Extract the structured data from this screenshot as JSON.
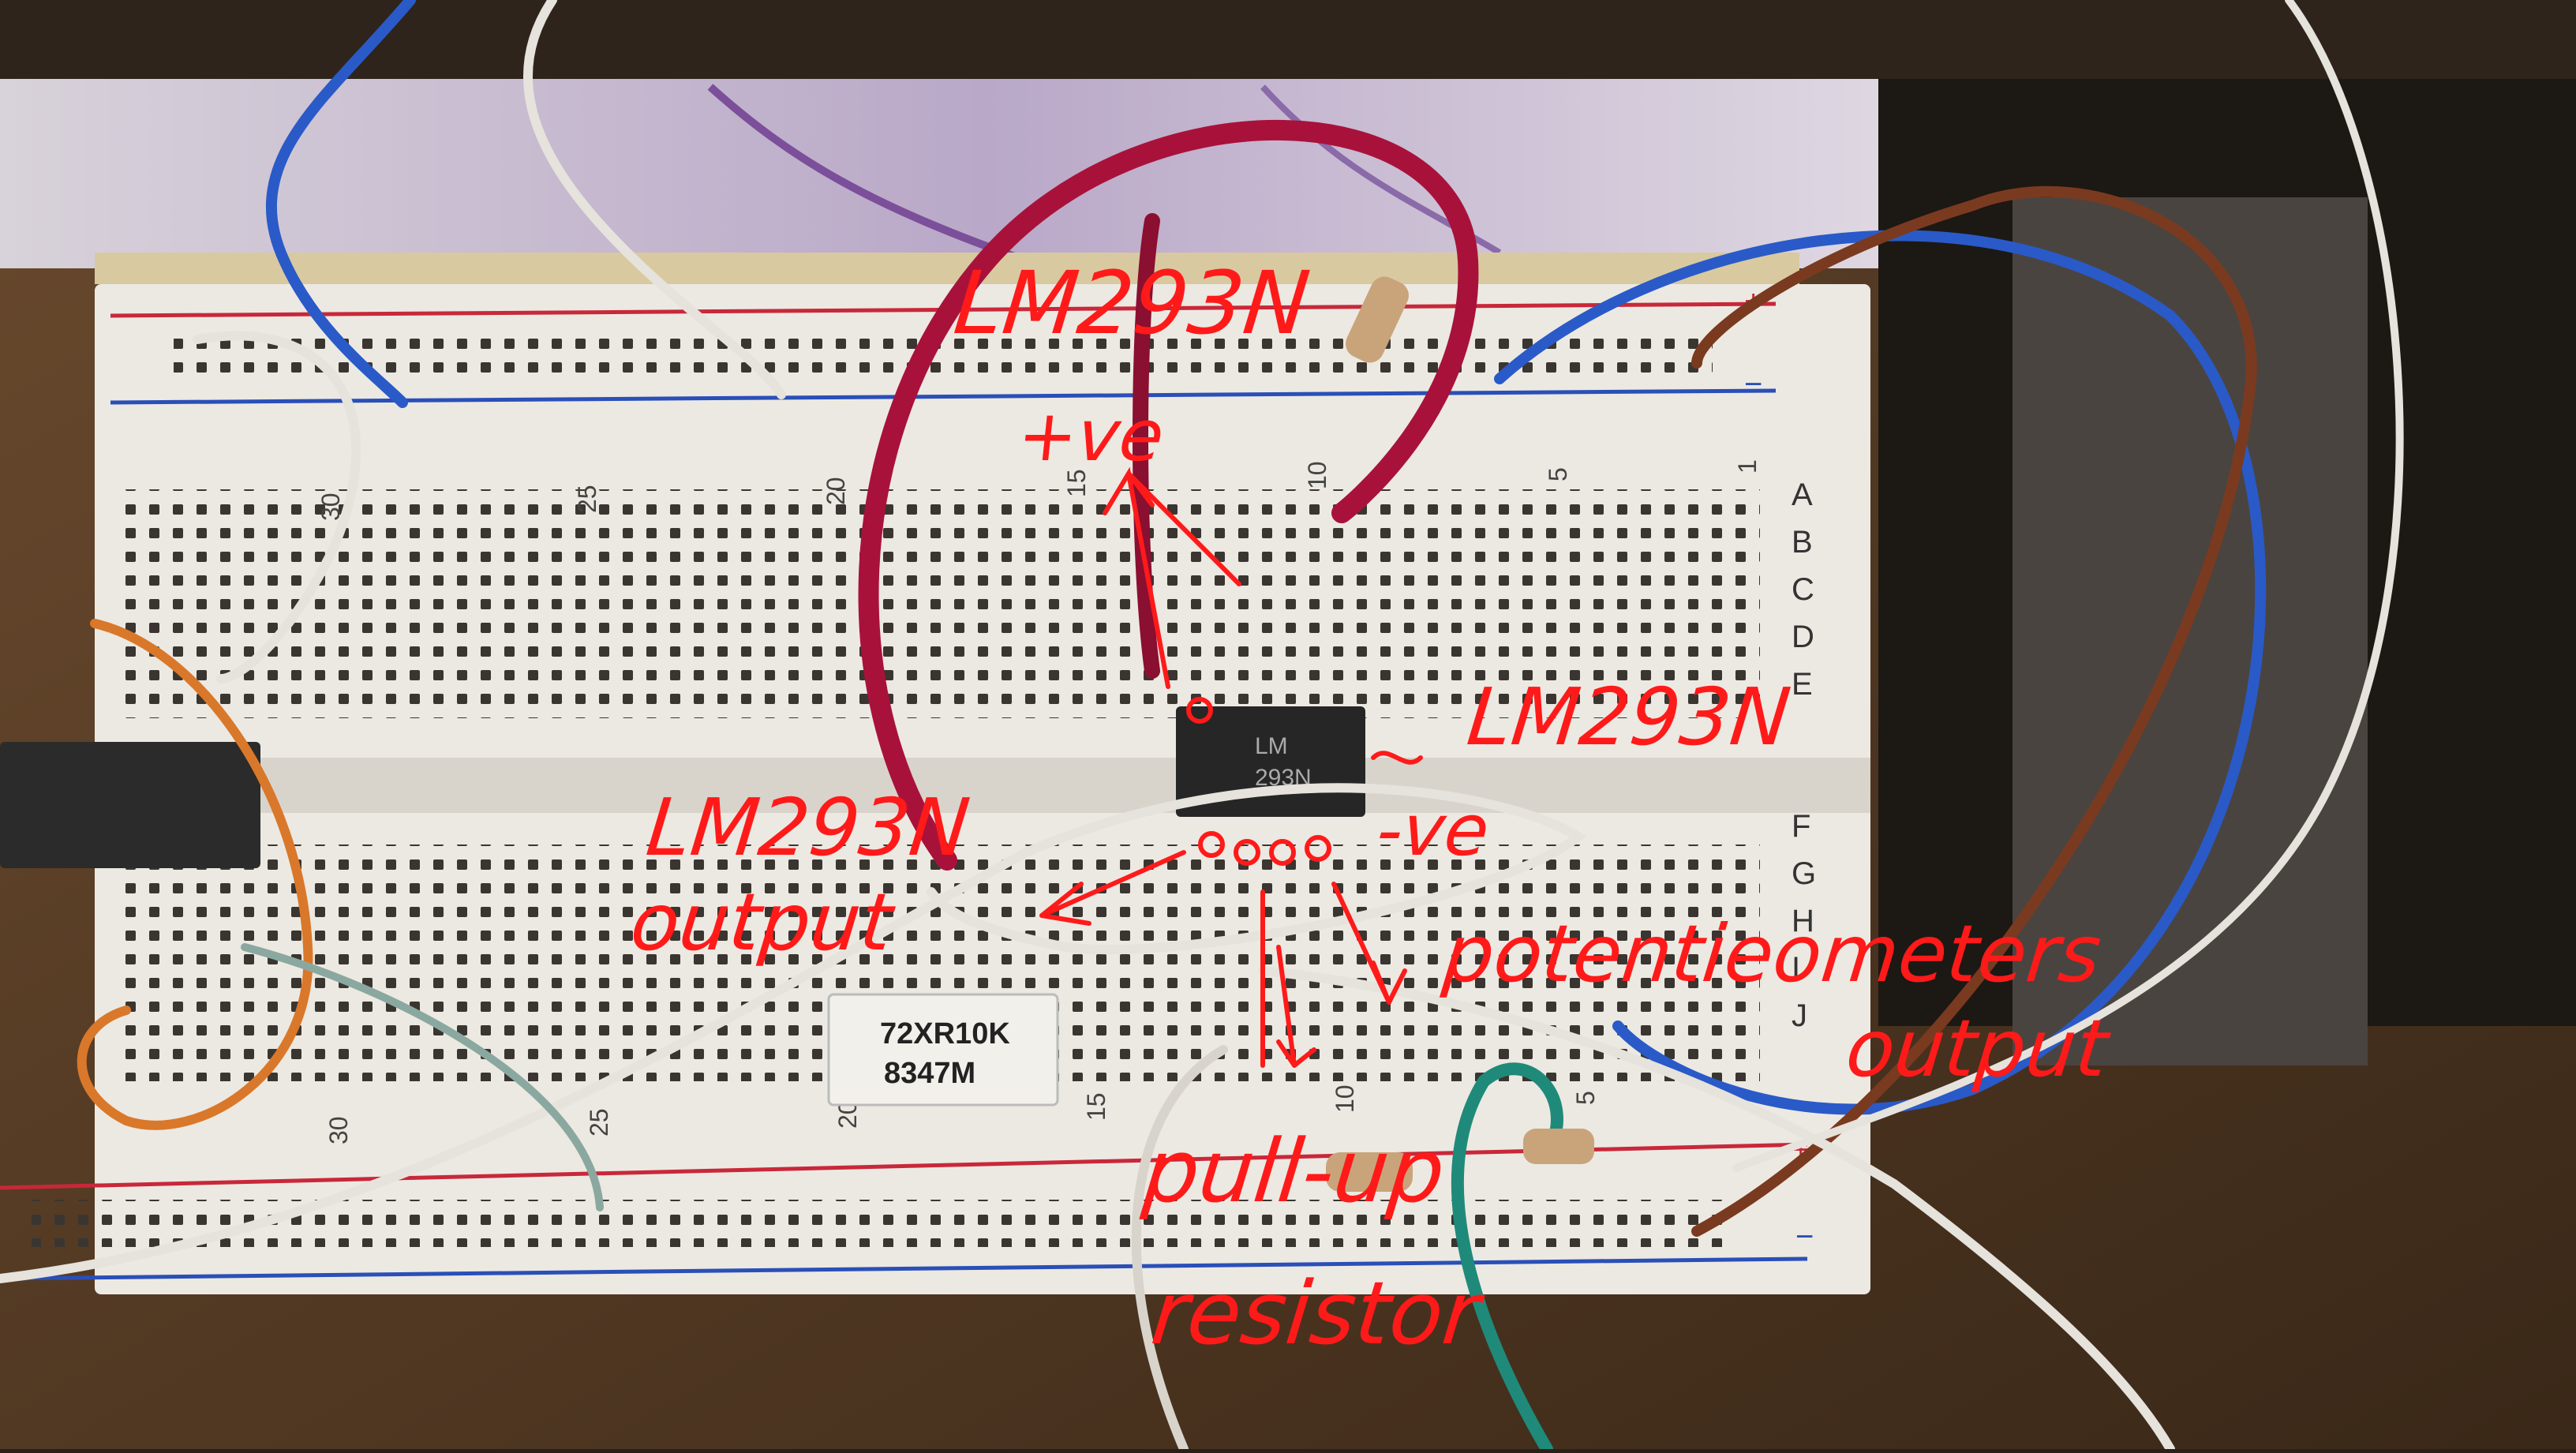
{
  "annotations": {
    "chip_top_label": "LM293N",
    "plus_ve": "+ve",
    "chip_right_label": "LM293N",
    "minus_ve": "-ve",
    "output_label_line1": "LM293N",
    "output_label_line2": "output",
    "potentiometers_line1": "potentieometers",
    "potentiometers_line2": "output",
    "pullup_line1": "pull-up",
    "pullup_line2": "resistor"
  },
  "breadboard": {
    "row_letters_top": [
      "A",
      "B",
      "C",
      "D",
      "E"
    ],
    "row_letters_bottom": [
      "F",
      "G",
      "H",
      "I",
      "J"
    ],
    "column_numbers_top": [
      "30",
      "25",
      "20",
      "15",
      "10",
      "5",
      "1"
    ],
    "column_numbers_bottom": [
      "30",
      "25",
      "20",
      "15",
      "10",
      "5"
    ],
    "rail_signs": [
      "+",
      "−"
    ]
  },
  "potentiometer": {
    "line1": "72XR10K",
    "line2": "8347M"
  },
  "chip_markings": {
    "line1": "LM",
    "line2": "293N"
  },
  "colors": {
    "annotation": "#ff1a1a",
    "breadboard": "#ece9e2",
    "rail_red": "#c8283a",
    "rail_blue": "#2a4fb8",
    "wire_red": "#a8123a",
    "wire_blue": "#2a5ac8",
    "wire_white": "#e6e2dc",
    "wire_orange": "#d9782a",
    "wire_teal": "#1f8a7a"
  }
}
